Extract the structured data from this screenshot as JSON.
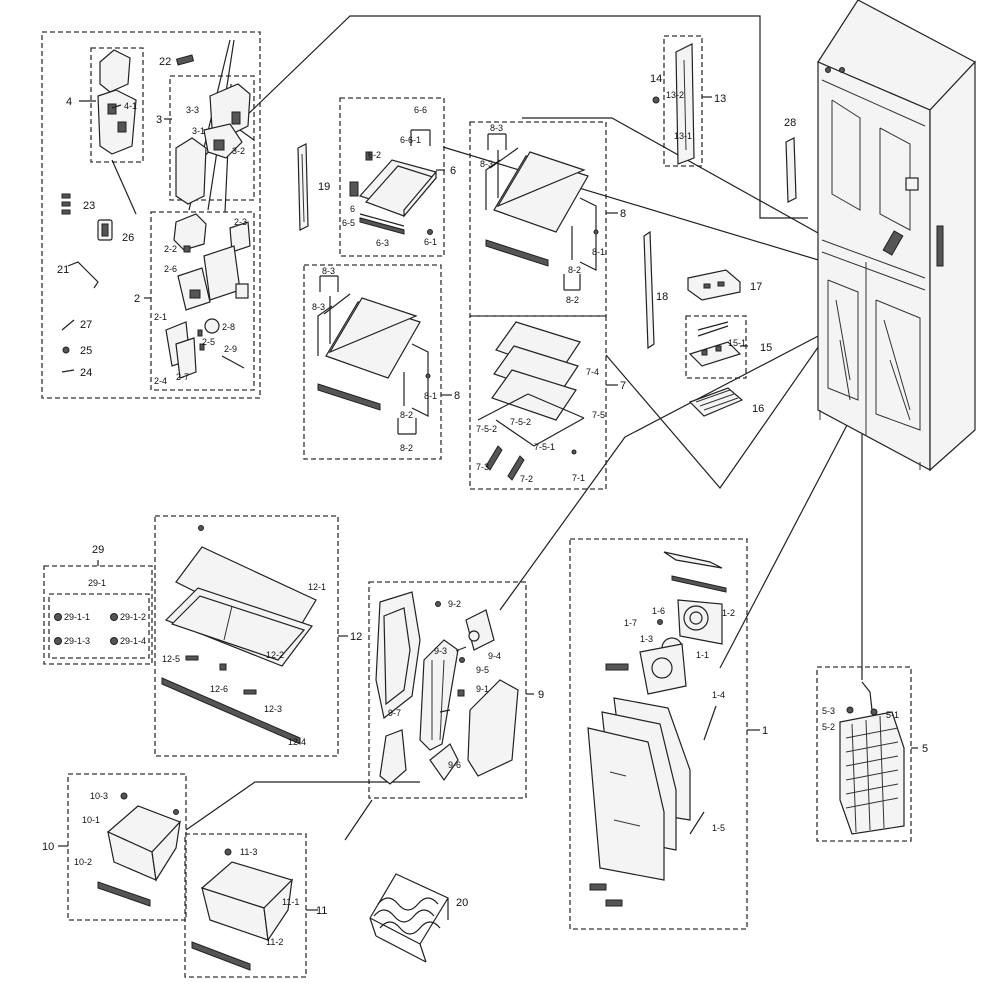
{
  "labels": {
    "p1": "1",
    "p1_1": "1-1",
    "p1_2": "1-2",
    "p1_3": "1-3",
    "p1_4": "1-4",
    "p1_5": "1-5",
    "p1_6": "1-6",
    "p1_7": "1-7",
    "p2": "2",
    "p2_1": "2-1",
    "p2_2": "2-2",
    "p2_3": "2-3",
    "p2_4": "2-4",
    "p2_5": "2-5",
    "p2_6": "2-6",
    "p2_7": "2-7",
    "p2_8": "2-8",
    "p2_9": "2-9",
    "p3": "3",
    "p3_1": "3-1",
    "p3_2": "3-2",
    "p3_3": "3-3",
    "p4": "4",
    "p4_1": "4-1",
    "p5": "5",
    "p5_1": "5-1",
    "p5_2": "5-2",
    "p5_3": "5-3",
    "p6": "6",
    "p6_1": "6-1",
    "p6_2": "6-2",
    "p6_3": "6-3",
    "p6_5": "6-5",
    "p6_6": "6-6",
    "p6_6_1": "6-6-1",
    "p6_b": "6",
    "p7": "7",
    "p7_1": "7-1",
    "p7_2": "7-2",
    "p7_3": "7-3",
    "p7_4": "7-4",
    "p7_5": "7-5",
    "p7_5_1": "7-5-1",
    "p7_5_2": "7-5-2",
    "p8": "8",
    "p8_1": "8-1",
    "p8_2": "8-2",
    "p8_3": "8-3",
    "p9": "9",
    "p9_1": "9-1",
    "p9_2": "9-2",
    "p9_3": "9-3",
    "p9_4": "9-4",
    "p9_5": "9-5",
    "p9_6": "9-6",
    "p9_7": "9-7",
    "p10": "10",
    "p10_1": "10-1",
    "p10_2": "10-2",
    "p10_3": "10-3",
    "p11": "11",
    "p11_1": "11-1",
    "p11_2": "11-2",
    "p11_3": "11-3",
    "p12": "12",
    "p12_1": "12-1",
    "p12_2": "12-2",
    "p12_3": "12-3",
    "p12_4": "12-4",
    "p12_5": "12-5",
    "p12_6": "12-6",
    "p13": "13",
    "p13_1": "13-1",
    "p13_2": "13-2",
    "p14": "14",
    "p15": "15",
    "p15_1": "15-1",
    "p16": "16",
    "p17": "17",
    "p18": "18",
    "p19": "19",
    "p20": "20",
    "p21": "21",
    "p22": "22",
    "p23": "23",
    "p24": "24",
    "p25": "25",
    "p26": "26",
    "p27": "27",
    "p28": "28",
    "p29": "29",
    "p29_1": "29-1",
    "p29_1_1": "29-1-1",
    "p29_1_2": "29-1-2",
    "p29_1_3": "29-1-3",
    "p29_1_4": "29-1-4"
  },
  "colors": {
    "line": "#222222",
    "part_fill": "#f4f4f4",
    "background": "#ffffff"
  }
}
